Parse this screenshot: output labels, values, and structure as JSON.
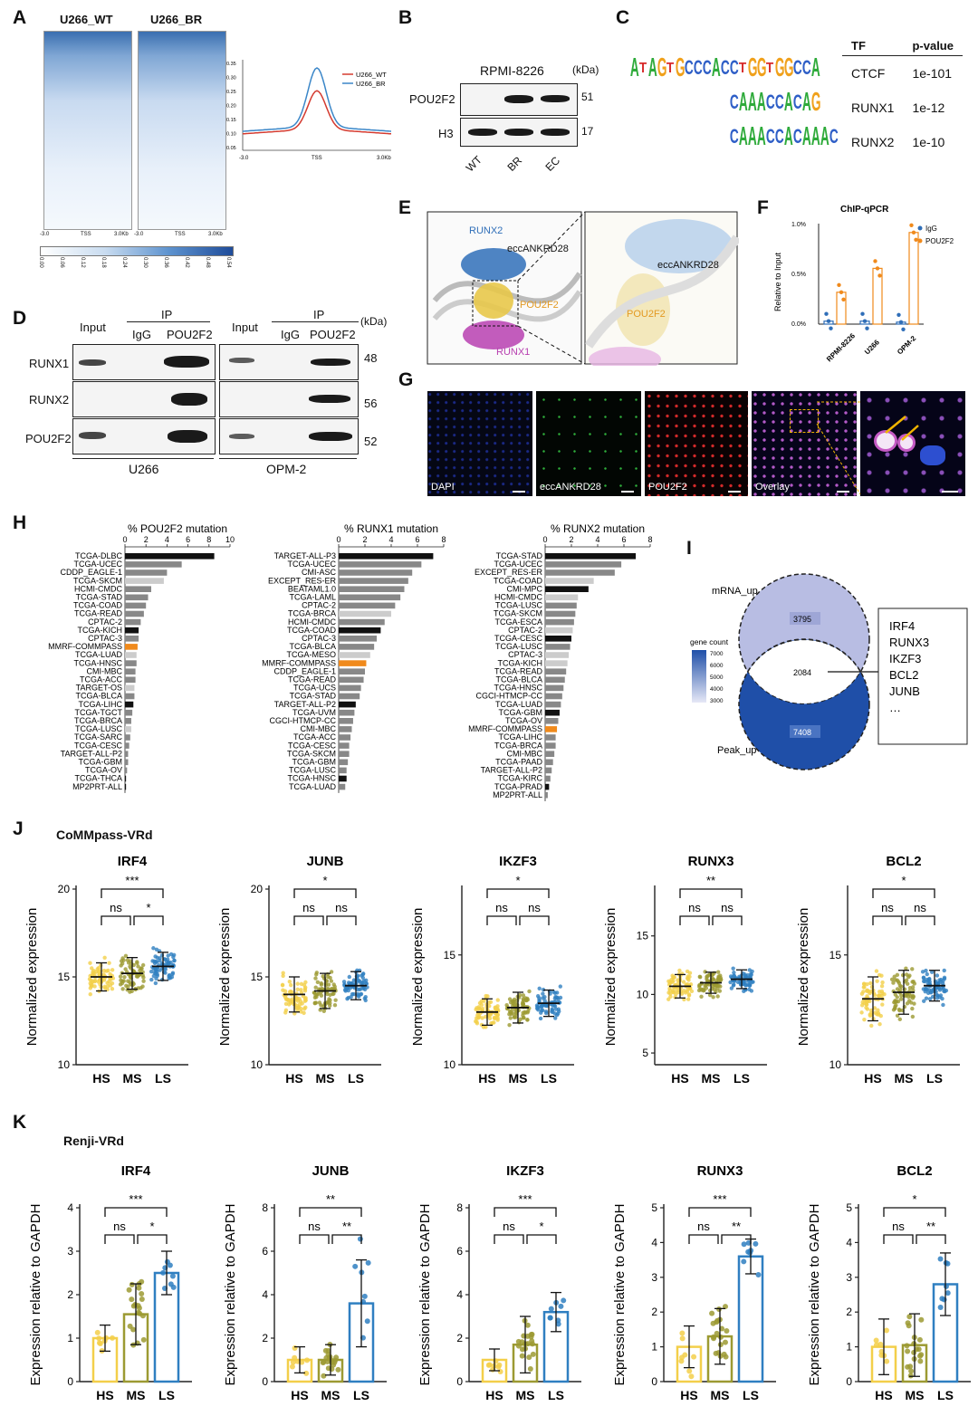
{
  "panels": {
    "A": "A",
    "B": "B",
    "C": "C",
    "D": "D",
    "E": "E",
    "F": "F",
    "G": "G",
    "H": "H",
    "I": "I",
    "J": "J",
    "K": "K"
  },
  "panelA": {
    "wt_label": "U266_WT",
    "br_label": "U266_BR",
    "ticks": [
      "-3.0",
      "TSS",
      "3.0Kb"
    ],
    "colorbar": [
      "0.00",
      "0.06",
      "0.12",
      "0.18",
      "0.24",
      "0.30",
      "0.36",
      "0.42",
      "0.48",
      "0.54"
    ],
    "profile_yticks": [
      "0.35",
      "0.30",
      "0.25",
      "0.20",
      "0.15",
      "0.10",
      "0.05"
    ],
    "legend": [
      "U266_WT",
      "U266_BR"
    ],
    "legend_colors": [
      "#d43a2f",
      "#3a86c8"
    ]
  },
  "panelB": {
    "cell": "RPMI-8226",
    "unit": "(kDa)",
    "rows": [
      "POU2F2",
      "H3"
    ],
    "kda": [
      "51",
      "17"
    ],
    "lanes": [
      "WT",
      "BR",
      "EC"
    ]
  },
  "panelC": {
    "header_tf": "TF",
    "header_p": "p-value",
    "rows": [
      {
        "motif": "ATAGTGCCCACCTGGTGGCCA",
        "tf": "CTCF",
        "p": "1e-101"
      },
      {
        "motif": "CAAACCACAG",
        "tf": "RUNX1",
        "p": "1e-12"
      },
      {
        "motif": "CAAACCACAAAC",
        "tf": "RUNX2",
        "p": "1e-10"
      }
    ]
  },
  "panelD": {
    "input": "Input",
    "ip": "IP",
    "igg": "IgG",
    "pou": "POU2F2",
    "unit": "(kDa)",
    "rows": [
      "RUNX1",
      "RUNX2",
      "POU2F2"
    ],
    "kda": [
      "48",
      "56",
      "52"
    ],
    "cells": [
      "U266",
      "OPM-2"
    ]
  },
  "panelE": {
    "runx2": "RUNX2",
    "ecc": "eccANKRD28",
    "pou": "POU2F2",
    "runx1": "RUNX1"
  },
  "panelF": {
    "title": "ChIP-qPCR",
    "ylabel": "Relative to Input",
    "yticks": [
      "1.0%",
      "0.5%",
      "0.0%"
    ],
    "legend": [
      "IgG",
      "POU2F2"
    ],
    "groups": [
      "RPMI-8226",
      "U266",
      "OPM-2"
    ]
  },
  "panelG": {
    "labels": [
      "DAPI",
      "eccANKRD28",
      "POU2F2",
      "Overlay"
    ]
  },
  "panelH": {
    "charts": [
      {
        "title": "% POU2F2 mutation",
        "ticks": [
          "0",
          "2",
          "4",
          "6",
          "8",
          "10"
        ],
        "max": 10,
        "rows": [
          [
            "TCGA-DLBC",
            8.5,
            "#111"
          ],
          [
            "TCGA-UCEC",
            5.4,
            "#888"
          ],
          [
            "CDDP_EAGLE-1",
            4.0,
            "#888"
          ],
          [
            "TCGA-SKCM",
            3.7,
            "#ccc"
          ],
          [
            "HCMI-CMDC",
            2.5,
            "#888"
          ],
          [
            "TCGA-STAD",
            2.2,
            "#888"
          ],
          [
            "TCGA-COAD",
            2.0,
            "#888"
          ],
          [
            "TCGA-READ",
            1.8,
            "#888"
          ],
          [
            "CPTAC-2",
            1.5,
            "#888"
          ],
          [
            "TCGA-KICH",
            1.3,
            "#111"
          ],
          [
            "CPTAC-3",
            1.3,
            "#888"
          ],
          [
            "MMRF-COMMPASS",
            1.2,
            "#f08a1c"
          ],
          [
            "TCGA-LUAD",
            1.1,
            "#ccc"
          ],
          [
            "TCGA-HNSC",
            1.1,
            "#888"
          ],
          [
            "CMI-MBC",
            1.0,
            "#888"
          ],
          [
            "TCGA-ACC",
            1.0,
            "#888"
          ],
          [
            "TARGET-OS",
            0.9,
            "#ccc"
          ],
          [
            "TCGA-BLCA",
            0.9,
            "#888"
          ],
          [
            "TCGA-LIHC",
            0.8,
            "#111"
          ],
          [
            "TCGA-TGCT",
            0.7,
            "#888"
          ],
          [
            "TCGA-BRCA",
            0.6,
            "#888"
          ],
          [
            "TCGA-LUSC",
            0.6,
            "#ccc"
          ],
          [
            "TCGA-SARC",
            0.5,
            "#888"
          ],
          [
            "TCGA-CESC",
            0.4,
            "#888"
          ],
          [
            "TARGET-ALL-P2",
            0.3,
            "#888"
          ],
          [
            "TCGA-GBM",
            0.3,
            "#888"
          ],
          [
            "TCGA-OV",
            0.2,
            "#888"
          ],
          [
            "TCGA-THCA",
            0.1,
            "#111"
          ],
          [
            "MP2PRT-ALL",
            0.1,
            "#111"
          ]
        ]
      },
      {
        "title": "% RUNX1 mutation",
        "ticks": [
          "0",
          "2",
          "4",
          "6",
          "8"
        ],
        "max": 8,
        "rows": [
          [
            "TARGET-ALL-P3",
            7.2,
            "#111"
          ],
          [
            "TCGA-UCEC",
            6.3,
            "#888"
          ],
          [
            "CMI-ASC",
            5.6,
            "#888"
          ],
          [
            "EXCEPT_RES-ER",
            5.3,
            "#888"
          ],
          [
            "BEATAML1.0",
            5.0,
            "#888"
          ],
          [
            "TCGA-LAML",
            4.7,
            "#888"
          ],
          [
            "CPTAC-2",
            4.3,
            "#888"
          ],
          [
            "TCGA-BRCA",
            4.0,
            "#ccc"
          ],
          [
            "HCMI-CMDC",
            3.5,
            "#888"
          ],
          [
            "TCGA-COAD",
            3.2,
            "#111"
          ],
          [
            "CPTAC-3",
            2.9,
            "#888"
          ],
          [
            "TCGA-BLCA",
            2.7,
            "#888"
          ],
          [
            "TCGA-MESO",
            2.4,
            "#ccc"
          ],
          [
            "MMRF-COMMPASS",
            2.1,
            "#f08a1c"
          ],
          [
            "CDDP_EAGLE-1",
            2.0,
            "#888"
          ],
          [
            "TCGA-READ",
            1.9,
            "#888"
          ],
          [
            "TCGA-UCS",
            1.7,
            "#888"
          ],
          [
            "TCGA-STAD",
            1.6,
            "#888"
          ],
          [
            "TARGET-ALL-P2",
            1.3,
            "#111"
          ],
          [
            "TCGA-UVM",
            1.2,
            "#888"
          ],
          [
            "CGCI-HTMCP-CC",
            1.1,
            "#888"
          ],
          [
            "CMI-MBC",
            1.0,
            "#888"
          ],
          [
            "TCGA-ACC",
            0.9,
            "#888"
          ],
          [
            "TCGA-CESC",
            0.8,
            "#888"
          ],
          [
            "TCGA-SKCM",
            0.8,
            "#888"
          ],
          [
            "TCGA-GBM",
            0.7,
            "#888"
          ],
          [
            "TCGA-LUSC",
            0.6,
            "#888"
          ],
          [
            "TCGA-HNSC",
            0.6,
            "#111"
          ],
          [
            "TCGA-LUAD",
            0.5,
            "#888"
          ]
        ]
      },
      {
        "title": "% RUNX2 mutation",
        "ticks": [
          "0",
          "2",
          "4",
          "6",
          "8"
        ],
        "max": 8,
        "rows": [
          [
            "TCGA-STAD",
            6.9,
            "#111"
          ],
          [
            "TCGA-UCEC",
            5.8,
            "#888"
          ],
          [
            "EXCEPT_RES-ER",
            5.3,
            "#888"
          ],
          [
            "TCGA-COAD",
            3.7,
            "#ccc"
          ],
          [
            "CMI-MPC",
            3.3,
            "#111"
          ],
          [
            "HCMI-CMDC",
            2.5,
            "#ccc"
          ],
          [
            "TCGA-LUSC",
            2.4,
            "#888"
          ],
          [
            "TCGA-SKCM",
            2.3,
            "#888"
          ],
          [
            "TCGA-ESCA",
            2.2,
            "#888"
          ],
          [
            "CPTAC-2",
            2.1,
            "#ccc"
          ],
          [
            "TCGA-CESC",
            2.0,
            "#111"
          ],
          [
            "TCGA-LUSC",
            1.9,
            "#888"
          ],
          [
            "CPTAC-3",
            1.8,
            "#ccc"
          ],
          [
            "TCGA-KICH",
            1.7,
            "#ccc"
          ],
          [
            "TCGA-READ",
            1.6,
            "#888"
          ],
          [
            "TCGA-BLCA",
            1.5,
            "#888"
          ],
          [
            "TCGA-HNSC",
            1.4,
            "#888"
          ],
          [
            "CGCI-HTMCP-CC",
            1.3,
            "#888"
          ],
          [
            "TCGA-LUAD",
            1.2,
            "#888"
          ],
          [
            "TCGA-GBM",
            1.1,
            "#111"
          ],
          [
            "TCGA-OV",
            1.0,
            "#888"
          ],
          [
            "MMRF-COMMPASS",
            0.9,
            "#f08a1c"
          ],
          [
            "TCGA-LIHC",
            0.8,
            "#888"
          ],
          [
            "TCGA-BRCA",
            0.8,
            "#888"
          ],
          [
            "CMI-MBC",
            0.7,
            "#888"
          ],
          [
            "TCGA-PAAD",
            0.6,
            "#888"
          ],
          [
            "TARGET-ALL-P2",
            0.5,
            "#888"
          ],
          [
            "TCGA-KIRC",
            0.4,
            "#888"
          ],
          [
            "TCGA-PRAD",
            0.3,
            "#111"
          ],
          [
            "MP2PRT-ALL",
            0.2,
            "#888"
          ]
        ]
      }
    ]
  },
  "panelI": {
    "mrna": "mRNA_up",
    "peak": "Peak_up",
    "a": "3795",
    "ab": "2084",
    "b": "7408",
    "legend_title": "gene count",
    "legend_ticks": [
      "7000",
      "6000",
      "5000",
      "4000",
      "3000"
    ],
    "genes": [
      "IRF4",
      "RUNX3",
      "IKZF3",
      "BCL2",
      "JUNB",
      "…"
    ]
  },
  "panelJ": {
    "title": "CoMMpass-VRd",
    "ylabel": "Normalized expression",
    "groups": [
      "HS",
      "MS",
      "LS"
    ],
    "plots": [
      {
        "gene": "IRF4",
        "yticks": [
          10,
          15,
          20
        ],
        "ymin": 10,
        "ymax": 20,
        "means": [
          15.0,
          15.2,
          15.6
        ],
        "sd": [
          0.8,
          0.9,
          0.8
        ],
        "sig": [
          "ns",
          "*",
          "***"
        ]
      },
      {
        "gene": "JUNB",
        "yticks": [
          10,
          15,
          20
        ],
        "ymin": 10,
        "ymax": 20,
        "means": [
          14.0,
          14.2,
          14.5
        ],
        "sd": [
          1.0,
          1.0,
          0.8
        ],
        "sig": [
          "ns",
          "ns",
          "*"
        ]
      },
      {
        "gene": "IKZF3",
        "yticks": [
          10,
          15
        ],
        "ymin": 10,
        "ymax": 18,
        "means": [
          12.4,
          12.6,
          12.8
        ],
        "sd": [
          0.6,
          0.7,
          0.6
        ],
        "sig": [
          "ns",
          "ns",
          "*"
        ]
      },
      {
        "gene": "RUNX3",
        "yticks": [
          5,
          10,
          15
        ],
        "ymin": 4,
        "ymax": 19,
        "means": [
          10.7,
          11.0,
          11.3
        ],
        "sd": [
          1.0,
          0.9,
          0.8
        ],
        "sig": [
          "ns",
          "ns",
          "**"
        ]
      },
      {
        "gene": "BCL2",
        "yticks": [
          10,
          15
        ],
        "ymin": 10,
        "ymax": 18,
        "means": [
          13.0,
          13.3,
          13.6
        ],
        "sd": [
          1.0,
          1.0,
          0.7
        ],
        "sig": [
          "ns",
          "ns",
          "*"
        ]
      }
    ]
  },
  "panelK": {
    "title": "Renji-VRd",
    "ylabel": "Expression relative to GAPDH",
    "groups": [
      "HS",
      "MS",
      "LS"
    ],
    "plots": [
      {
        "gene": "IRF4",
        "yticks": [
          0,
          1,
          2,
          3,
          4
        ],
        "ymax": 4,
        "means": [
          1.0,
          1.55,
          2.5
        ],
        "sd": [
          0.3,
          0.7,
          0.5
        ],
        "sig": [
          "ns",
          "*",
          "***"
        ]
      },
      {
        "gene": "JUNB",
        "yticks": [
          0,
          2,
          4,
          6,
          8
        ],
        "ymax": 8,
        "means": [
          1.0,
          1.0,
          3.6
        ],
        "sd": [
          0.6,
          0.7,
          2.0
        ],
        "sig": [
          "ns",
          "**",
          "**"
        ]
      },
      {
        "gene": "IKZF3",
        "yticks": [
          0,
          2,
          4,
          6,
          8
        ],
        "ymax": 8,
        "means": [
          1.0,
          1.7,
          3.2
        ],
        "sd": [
          0.5,
          1.3,
          0.9
        ],
        "sig": [
          "ns",
          "*",
          "***"
        ]
      },
      {
        "gene": "RUNX3",
        "yticks": [
          0,
          1,
          2,
          3,
          4,
          5
        ],
        "ymax": 5,
        "means": [
          1.0,
          1.3,
          3.6
        ],
        "sd": [
          0.6,
          0.8,
          0.5
        ],
        "sig": [
          "ns",
          "**",
          "***"
        ]
      },
      {
        "gene": "BCL2",
        "yticks": [
          0,
          1,
          2,
          3,
          4,
          5
        ],
        "ymax": 5,
        "means": [
          1.0,
          1.05,
          2.8
        ],
        "sd": [
          0.8,
          0.9,
          0.9
        ],
        "sig": [
          "ns",
          "**",
          "*"
        ]
      }
    ]
  },
  "colors": {
    "hs": "#f3cf4a",
    "ms": "#9c9a32",
    "ls": "#2f7fc1",
    "orange": "#f08a1c",
    "blue": "#2f6eb8"
  }
}
